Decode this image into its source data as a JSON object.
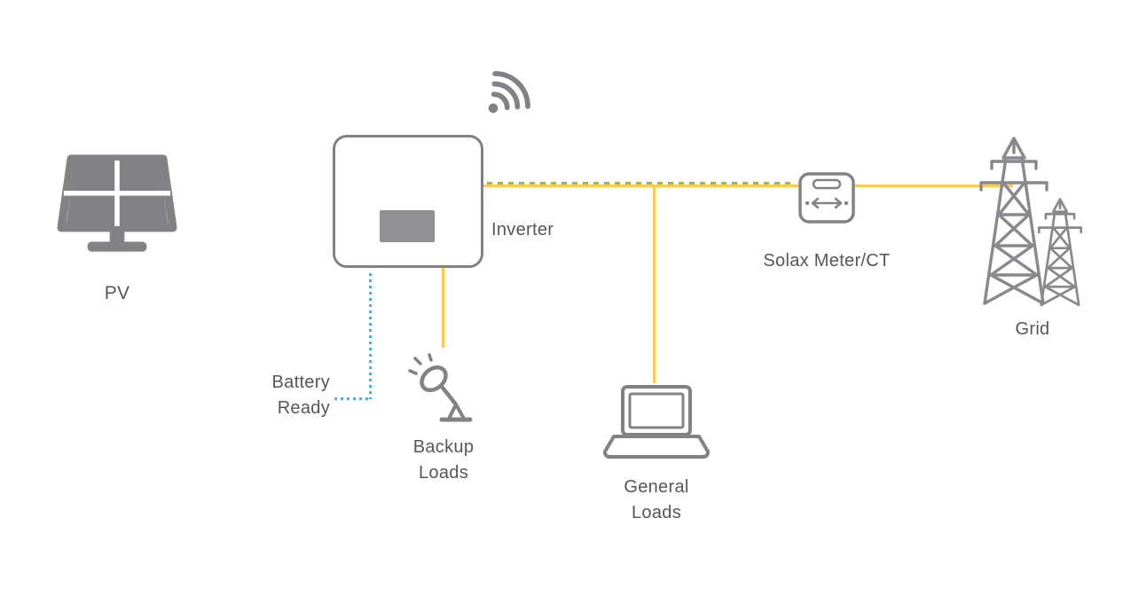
{
  "diagram": {
    "labels": {
      "pv": "PV",
      "inverter": "Inverter",
      "battery_ready": "Battery\nReady",
      "backup_loads": "Backup\nLoads",
      "general_loads": "General\nLoads",
      "solax_meter": "Solax Meter/CT",
      "grid": "Grid"
    },
    "colors": {
      "icon_gray": "#808285",
      "text_gray": "#54565A",
      "line_yellow": "#FFC94B",
      "line_green_dashed": "#8CC63F",
      "line_blue_dotted": "#4FACE8"
    },
    "icons": {
      "pv": "solar-panel-icon",
      "wifi": "wifi-icon",
      "inverter": "inverter-device",
      "meter": "energy-meter-icon",
      "backup": "lamp-icon",
      "general": "laptop-icon",
      "grid": "transmission-towers-icon"
    }
  }
}
